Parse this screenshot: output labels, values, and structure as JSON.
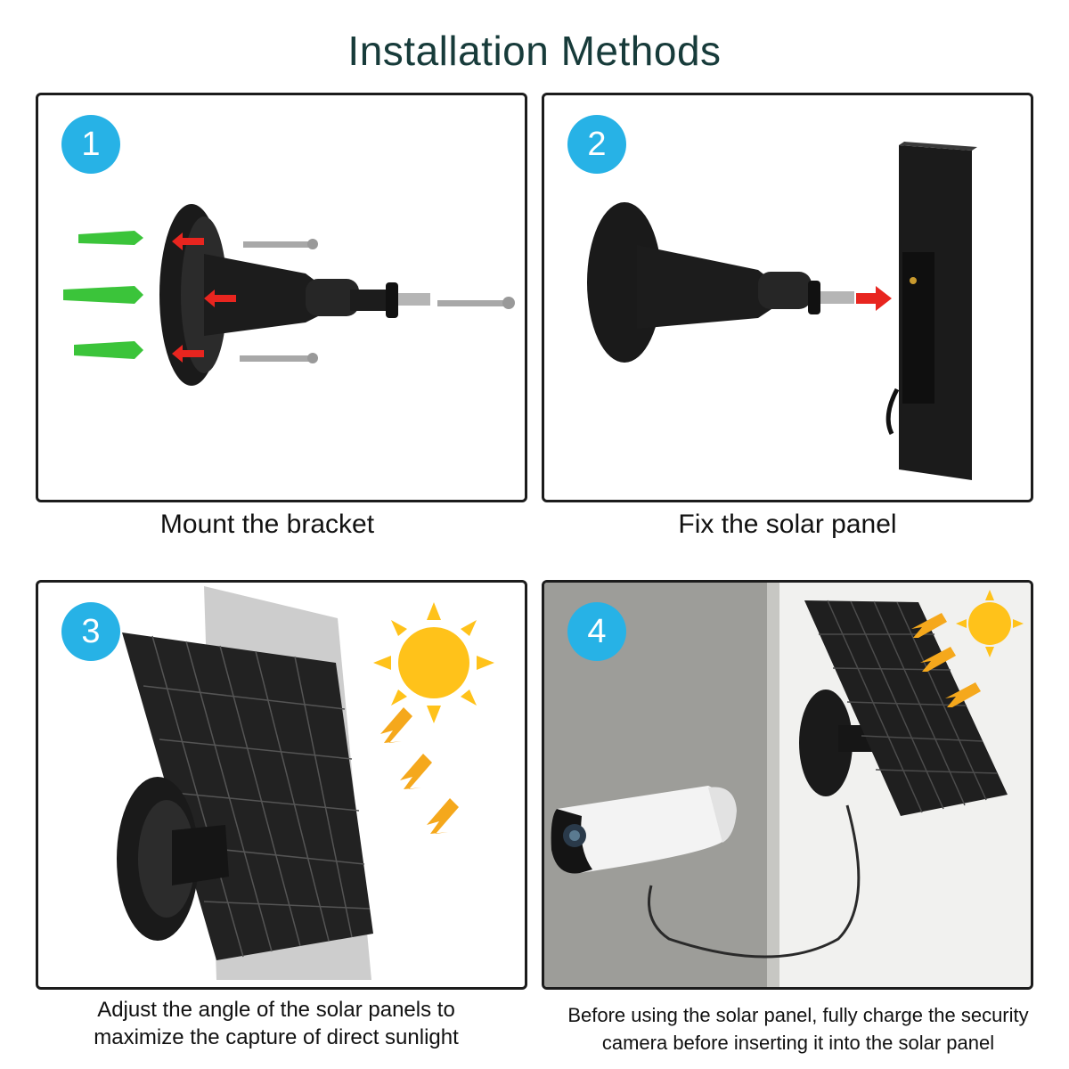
{
  "title": "Installation Methods",
  "steps": [
    {
      "number": "1",
      "caption": "Mount the bracket"
    },
    {
      "number": "2",
      "caption": "Fix the solar panel"
    },
    {
      "number": "3",
      "caption_line1": "Adjust the angle of the solar panels to",
      "caption_line2": "maximize the capture of direct sunlight"
    },
    {
      "number": "4",
      "caption_line1": "Before using the solar panel, fully charge the security",
      "caption_line2": "camera before inserting it into the solar panel"
    }
  ],
  "colors": {
    "title": "#173b3a",
    "badge": "#27b2e6",
    "arrow_red": "#e8251f",
    "arrow_orange": "#f5a81c",
    "anchor_green": "#3bc43a",
    "sun": "#ffc21a"
  }
}
